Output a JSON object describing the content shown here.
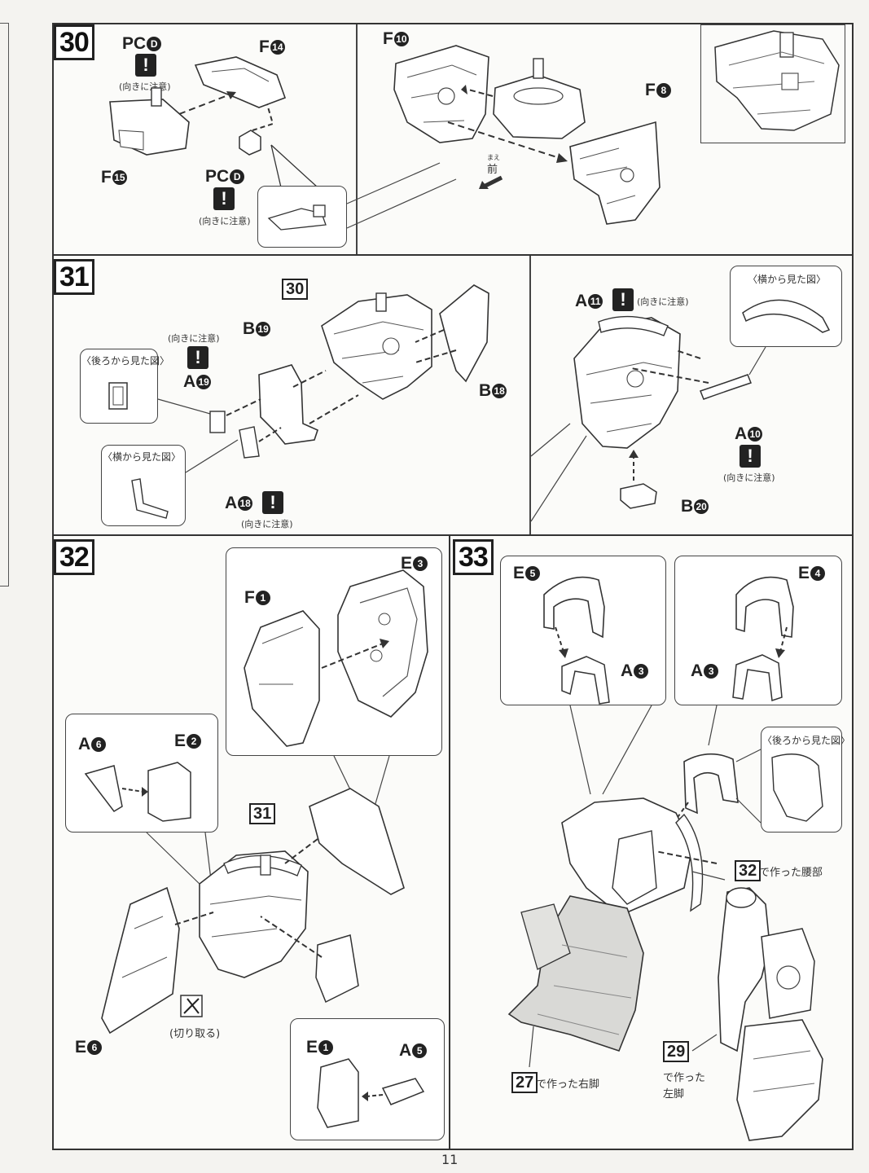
{
  "page_number": "11",
  "caution": "(向きに注意)",
  "steps": {
    "s30": {
      "number": "30",
      "labels": [
        "PC",
        "F",
        "F",
        "PC",
        "F",
        "F"
      ],
      "label_nums": [
        "D",
        "14",
        "15",
        "D",
        "10",
        "8"
      ],
      "front": "前",
      "front_ruby": "まえ"
    },
    "s31": {
      "number": "31",
      "ref": "30",
      "labels": [
        "B",
        "A",
        "A",
        "B",
        "A",
        "A",
        "B"
      ],
      "label_nums": [
        "19",
        "19",
        "18",
        "18",
        "11",
        "10",
        "20"
      ],
      "view_back": "〈後ろから見た図〉",
      "view_side": "〈横から見た図〉"
    },
    "s32": {
      "number": "32",
      "ref": "31",
      "labels": [
        "F",
        "E",
        "A",
        "E",
        "E",
        "E",
        "A"
      ],
      "label_nums": [
        "1",
        "3",
        "6",
        "2",
        "6",
        "1",
        "5"
      ],
      "cut": "(切り取る)"
    },
    "s33": {
      "number": "33",
      "labels": [
        "E",
        "A",
        "E",
        "A"
      ],
      "label_nums": [
        "5",
        "3",
        "4",
        "3"
      ],
      "view_back": "〈後ろから見た図〉",
      "waist_ref": "32",
      "waist": "で作った腰部",
      "right_ref": "27",
      "right_leg": "で作った右脚",
      "left_ref": "29",
      "left_leg_1": "で作った",
      "left_leg_2": "左脚"
    }
  }
}
